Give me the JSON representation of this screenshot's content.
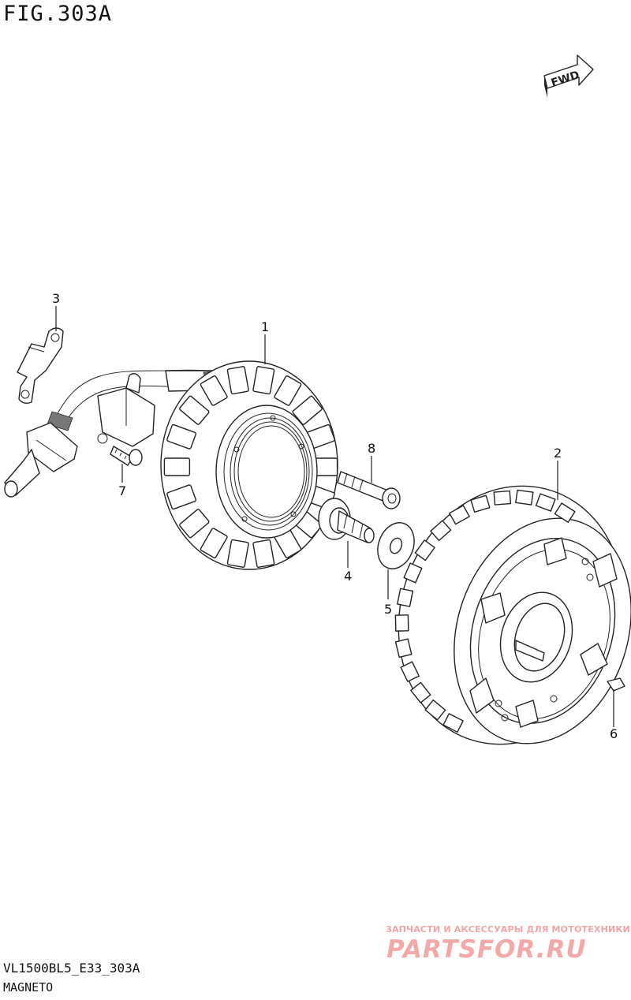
{
  "figure": {
    "title": "FIG.303A",
    "code": "VL1500BL5_E33_303A",
    "name": "MAGNETO",
    "fwd_label": "FWD"
  },
  "callouts": [
    {
      "id": "1",
      "label": "1"
    },
    {
      "id": "2",
      "label": "2"
    },
    {
      "id": "3",
      "label": "3"
    },
    {
      "id": "4",
      "label": "4"
    },
    {
      "id": "5",
      "label": "5"
    },
    {
      "id": "6",
      "label": "6"
    },
    {
      "id": "7",
      "label": "7"
    },
    {
      "id": "8",
      "label": "8"
    }
  ],
  "watermark": {
    "tagline": "ЗАПЧАСТИ И АКСЕССУАРЫ ДЛЯ МОТОТЕХНИКИ",
    "logo": "PARTSFOR.RU",
    "color": "#f4a9a9"
  }
}
